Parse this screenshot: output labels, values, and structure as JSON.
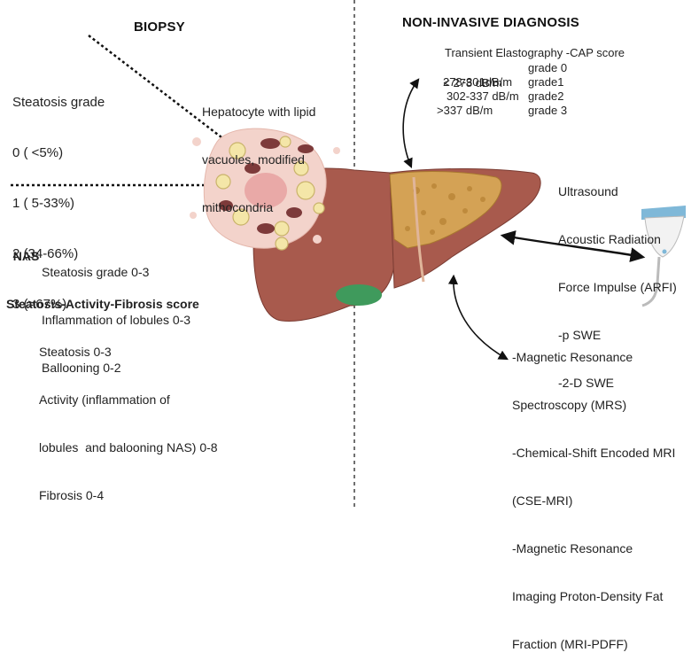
{
  "headings": {
    "biopsy": "BIOPSY",
    "noninvasive": "NON-INVASIVE DIAGNOSIS"
  },
  "steatosis_grade": {
    "title": "Steatosis grade",
    "items": [
      "0 ( <5%)",
      "1 ( 5-33%)",
      "2 (34-66%)",
      "3 (>67%)"
    ]
  },
  "hepatocyte_label": [
    "Hepatocyte with lipid",
    "vacuoles, modified",
    "mithocondria"
  ],
  "nas": {
    "title": "NAS",
    "items": [
      "Steatosis grade 0-3",
      "Inflammation of lobules 0-3",
      "Ballooning 0-2"
    ]
  },
  "saf": {
    "title": "Steatosis-Activity-Fibrosis score",
    "items": [
      "Steatosis 0-3",
      "Activity (inflammation of",
      "lobules  and balooning NAS) 0-8",
      "Fibrosis 0-4"
    ]
  },
  "te_cap": {
    "title": "Transient Elastography -CAP score",
    "rows": [
      {
        "range": "< 278 dB/m",
        "grade": "grade 0"
      },
      {
        "range": "278-301dB/m",
        "grade": "grade1"
      },
      {
        "range": "302-337 dB/m",
        "grade": "grade2"
      },
      {
        "range": ">337 dB/m",
        "grade": "grade 3"
      }
    ]
  },
  "ultrasound": [
    "Ultrasound",
    "Acoustic Radiation",
    "Force Impulse (ARFI)",
    "-p SWE",
    "-2-D SWE"
  ],
  "mri": [
    "-Magnetic Resonance",
    "Spectroscopy (MRS)",
    "-Chemical-Shift Encoded MRI",
    "(CSE-MRI)",
    "-Magnetic Resonance",
    "Imaging Proton-Density Fat",
    "Fraction (MRI-PDFF)"
  ],
  "colors": {
    "liver": "#a85a4d",
    "liver_dark": "#8e4a3f",
    "fatty_lobe": "#d4a255",
    "gallbladder": "#3f9a5c",
    "cell": "#f3d3cb",
    "lipid": "#f4e6a8",
    "mito": "#7d3a3a",
    "probe": "#7fb8d8"
  },
  "icons": [
    "liver-illustration",
    "hepatocyte-icon",
    "ultrasound-probe-icon",
    "double-arrow-icon"
  ]
}
